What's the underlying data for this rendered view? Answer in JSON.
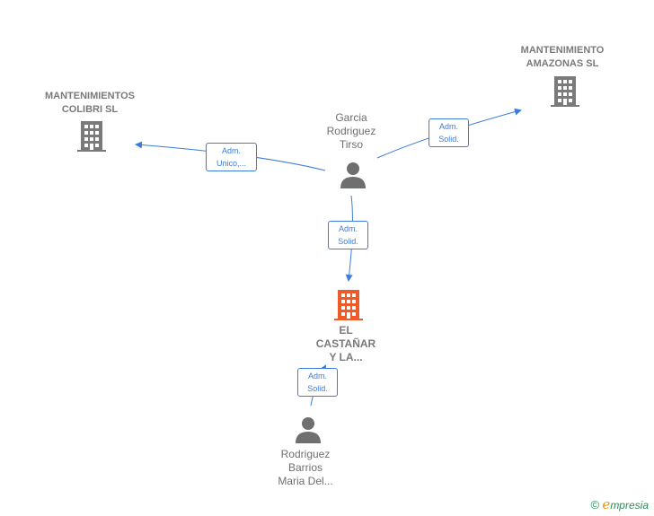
{
  "nodes": {
    "colibri": {
      "label_line1": "MANTENIMIENTOS",
      "label_line2": "COLIBRI  SL"
    },
    "amazonas": {
      "label_line1": "MANTENIMIENTO",
      "label_line2": "AMAZONAS SL"
    },
    "garcia": {
      "label_line1": "Garcia",
      "label_line2": "Rodriguez",
      "label_line3": "Tirso"
    },
    "castanar": {
      "label_line1": "EL",
      "label_line2": "CASTAÑAR",
      "label_line3": "Y LA..."
    },
    "rodriguez": {
      "label_line1": "Rodriguez",
      "label_line2": "Barrios",
      "label_line3": "Maria Del..."
    }
  },
  "edges": {
    "to_colibri": {
      "line1": "Adm.",
      "line2": "Unico,..."
    },
    "to_amazonas": {
      "line1": "Adm.",
      "line2": "Solid."
    },
    "to_castanar": {
      "line1": "Adm.",
      "line2": "Solid."
    },
    "rodriguez_to_castanar": {
      "line1": "Adm.",
      "line2": "Solid."
    }
  },
  "brand": {
    "copyright": "©",
    "e": "e",
    "rest": "mpresia"
  },
  "colors": {
    "edge": "#3b7dd8",
    "building_gray": "#7a7a7a",
    "building_main": "#f05a28",
    "person": "#6f6f6f"
  }
}
